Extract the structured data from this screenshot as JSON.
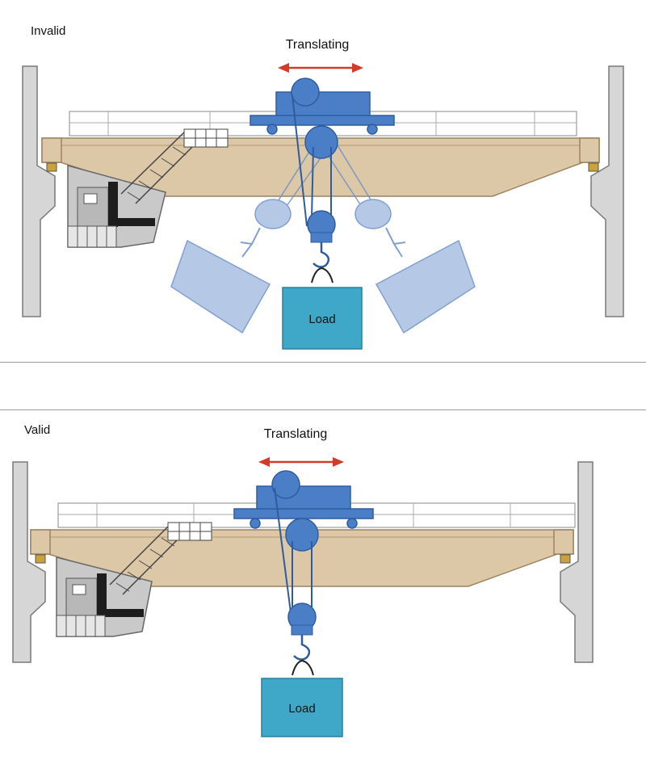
{
  "panels": [
    {
      "id": "invalid",
      "title": "Invalid",
      "motion_label": "Translating",
      "load_label": "Load",
      "swinging_loads": true
    },
    {
      "id": "valid",
      "title": "Valid",
      "motion_label": "Translating",
      "load_label": "Load",
      "swinging_loads": false
    }
  ],
  "colors": {
    "girder": "#dcc7a6",
    "trolley": "#4a7fc8",
    "trolley_dark": "#2f5c9e",
    "ghost": "#a9bfe2",
    "load": "#3fa8c8",
    "arrow": "#d23a2a",
    "wall": "#d6d6d6"
  }
}
